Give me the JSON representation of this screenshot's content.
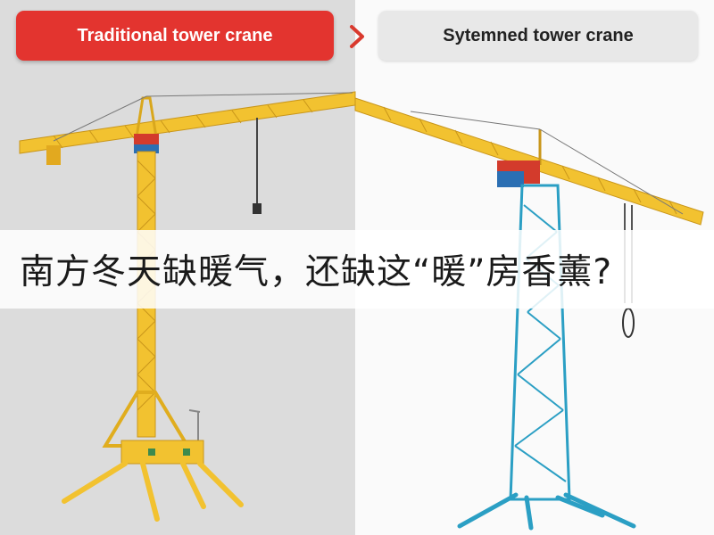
{
  "left_label": "Traditional tower crane",
  "right_label": "Sytemned tower crane",
  "banner_text": "南方冬天缺暖气，还缺这“暖”房香薰?",
  "colors": {
    "left_label_bg": "#e3342f",
    "right_label_bg": "#e8e8e8",
    "arrow": "#d93a2e",
    "yellow_crane": "#f2c230",
    "blue_mast": "#2b9fc4"
  },
  "icons": [
    "chevron-right-icon"
  ]
}
